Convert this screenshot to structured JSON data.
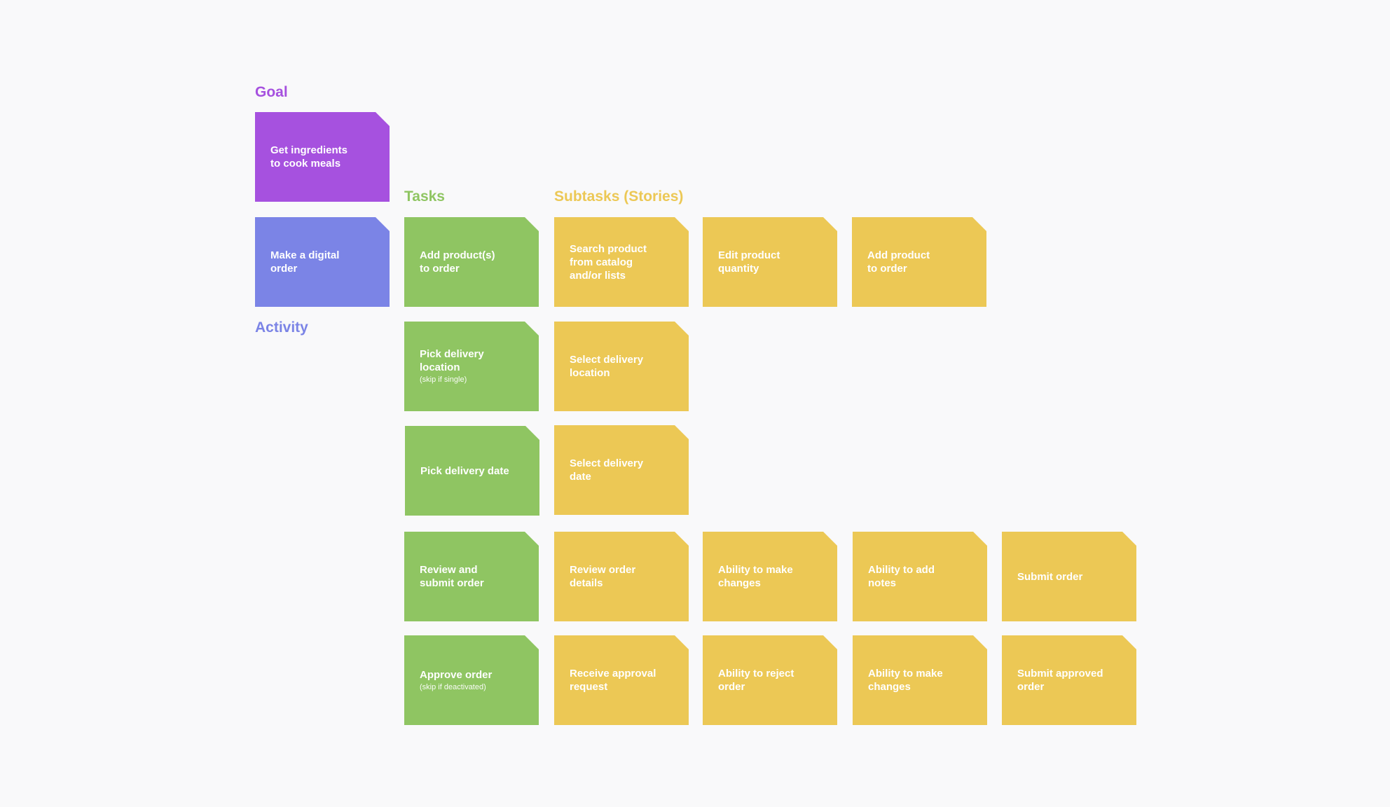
{
  "labels": {
    "goal": "Goal",
    "tasks": "Tasks",
    "subtasks": "Subtasks (Stories)",
    "activity": "Activity"
  },
  "colors": {
    "goal": "#a651df",
    "activity": "#7b84e6",
    "task": "#8fc562",
    "story": "#ecc855",
    "background": "#f9f9fa"
  },
  "goal_card": {
    "title": "Get ingredients\nto cook meals"
  },
  "activity_card": {
    "title": "Make a digital\norder"
  },
  "rows": [
    {
      "task": {
        "title": "Add product(s)\nto order",
        "note": ""
      },
      "stories": [
        "Search product\nfrom catalog\nand/or lists",
        "Edit product\nquantity",
        "Add product\nto order"
      ]
    },
    {
      "task": {
        "title": "Pick delivery\nlocation",
        "note": "(skip if single)"
      },
      "stories": [
        "Select delivery\nlocation"
      ]
    },
    {
      "task": {
        "title": "Pick delivery date",
        "note": ""
      },
      "stories": [
        "Select delivery\ndate"
      ]
    },
    {
      "task": {
        "title": "Review and\nsubmit order",
        "note": ""
      },
      "stories": [
        "Review order\ndetails",
        "Ability to make\nchanges",
        "Ability to add\nnotes",
        "Submit order"
      ]
    },
    {
      "task": {
        "title": "Approve order",
        "note": "(skip if deactivated)"
      },
      "stories": [
        "Receive approval\nrequest",
        "Ability to reject\norder",
        "Ability to make\nchanges",
        "Submit approved\norder"
      ]
    }
  ]
}
